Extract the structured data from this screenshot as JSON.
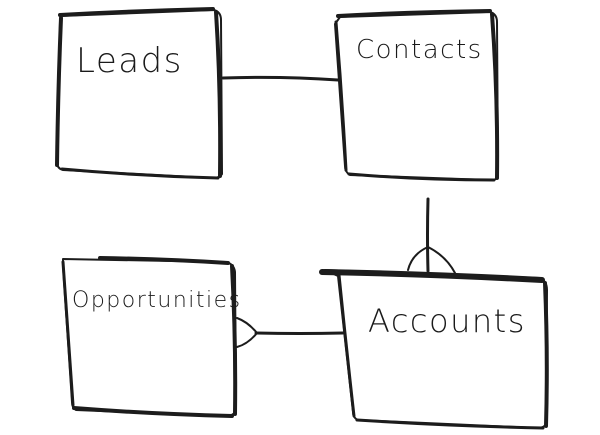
{
  "entities": {
    "leads": {
      "label": "Leads"
    },
    "contacts": {
      "label": "Contacts"
    },
    "opportunities": {
      "label": "Opportunities"
    },
    "accounts": {
      "label": "Accounts"
    }
  },
  "relationships": [
    {
      "from": "leads",
      "to": "contacts",
      "cardinality": "one-to-one"
    },
    {
      "from": "contacts",
      "to": "accounts",
      "cardinality": "one-to-many"
    },
    {
      "from": "accounts",
      "to": "opportunities",
      "cardinality": "one-to-many"
    }
  ],
  "colors": {
    "stroke": "#1c1c1c",
    "background": "#ffffff"
  }
}
